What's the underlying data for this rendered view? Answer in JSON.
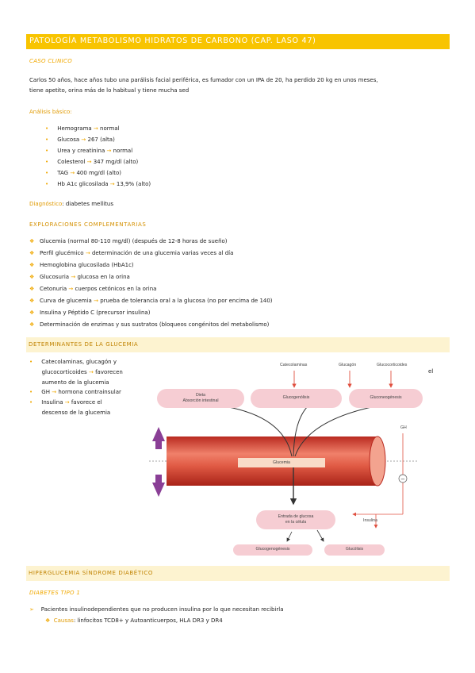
{
  "title": "PATOLOGÍA METABOLISMO HIDRATOS DE CARBONO (CAP. LASO 47)",
  "caso": {
    "heading": "CASO CLINICO",
    "line1": "Carlos 50 años, hace años tubo una parálisis facial periférica, es fumador con un IPA de 20, ha perdido 20 kg en unos meses,",
    "line2": "tiene apetito, orina más de lo habitual y tiene mucha sed"
  },
  "analisis": {
    "heading": "Análisis básico:",
    "items": [
      {
        "label": "Hemograma",
        "value": "normal"
      },
      {
        "label": "Glucosa",
        "value": "267 (alta)"
      },
      {
        "label": "Urea y creatinina",
        "value": "normal"
      },
      {
        "label": "Colesterol",
        "value": "347 mg/dl (alto)"
      },
      {
        "label": "TAG",
        "value": "400 mg/dl (alto)"
      },
      {
        "label": "Hb A1c glicosilada",
        "value": "13,9% (alto)"
      }
    ]
  },
  "diagnostico": {
    "label": "Diagnóstico",
    "value": ": diabetes mellitus"
  },
  "exploraciones": {
    "heading": "EXPLORACIONES COMPLEMENTARIAS",
    "items": [
      {
        "text": "Glucemia (normal 80-110 mg/dl) (después de 12-8 horas de sueño)",
        "arrow": "",
        "after": ""
      },
      {
        "text": "Perfil glucémico",
        "arrow": "→",
        "after": "determinación de una glucemia varias veces al día"
      },
      {
        "text": "Hemoglobina glucosilada (HbA1c)",
        "arrow": "",
        "after": ""
      },
      {
        "text": "Glucosuria",
        "arrow": "→",
        "after": "glucosa en la orina"
      },
      {
        "text": "Cetonuria",
        "arrow": "→",
        "after": "cuerpos cetónicos en la orina"
      },
      {
        "text": "Curva de glucemia",
        "arrow": "→",
        "after": "prueba de tolerancia oral a la glucosa (no por encima de 140)"
      },
      {
        "text": "Insulina y Péptido C (precursor insulina)",
        "arrow": "",
        "after": ""
      },
      {
        "text": "Determinación de enzimas y sus sustratos (bloqueos congénitos del metabolismo)",
        "arrow": "",
        "after": ""
      }
    ]
  },
  "determinantes": {
    "heading": "DETERMINANTES DE LA GLUCEMIA",
    "b1_line1": "Catecolaminas, glucagón y",
    "b1_line2": "glucocorticoides",
    "b1_line2_after": "favorecen",
    "b1_tail": "el",
    "b1_line3": "aumento de la glucemia",
    "b2": "GH",
    "b2_after": "hormona contrainsular",
    "b3": "Insulina",
    "b3_after": "favorece el",
    "b3_line2": "descenso de la glucemia"
  },
  "diagram": {
    "catecolaminas": "Catecolaminas",
    "glucagon": "Glucagón",
    "glucocorticoides": "Glucocorticoides",
    "dieta": "Dieta",
    "absorcion": "Absorción intestinal",
    "glucogenolisis": "Glucogenólisis",
    "gluconeogenesis": "Gluconeogénesis",
    "gh": "GH",
    "glucemia": "Glucemia",
    "minus": "−",
    "entrada1": "Entrada de glucosa",
    "entrada2": "en la célula",
    "insulina": "Insulina",
    "glucogenogenesis": "Glucogenogénesis",
    "glucolisis": "Glucólisis"
  },
  "hiper": {
    "heading": "HIPERGLUCEMIA SÍNDROME DIABÉTICO",
    "sub": "DIABETES TIPO 1",
    "line1": "Pacientes insulinodependientes que no producen insulina por lo que necesitan recibirla",
    "causas_label": "Causas",
    "causas_text": ": linfocitos TCD8+ y Autoanticuerpos, HLA DR3 y DR4"
  },
  "colors": {
    "accent": "#f8c400",
    "band": "#fdf3d0",
    "vessel": "#d94a3a",
    "box": "#f6cdd3",
    "arrow_red": "#e05040",
    "purple": "#8a3f96"
  }
}
